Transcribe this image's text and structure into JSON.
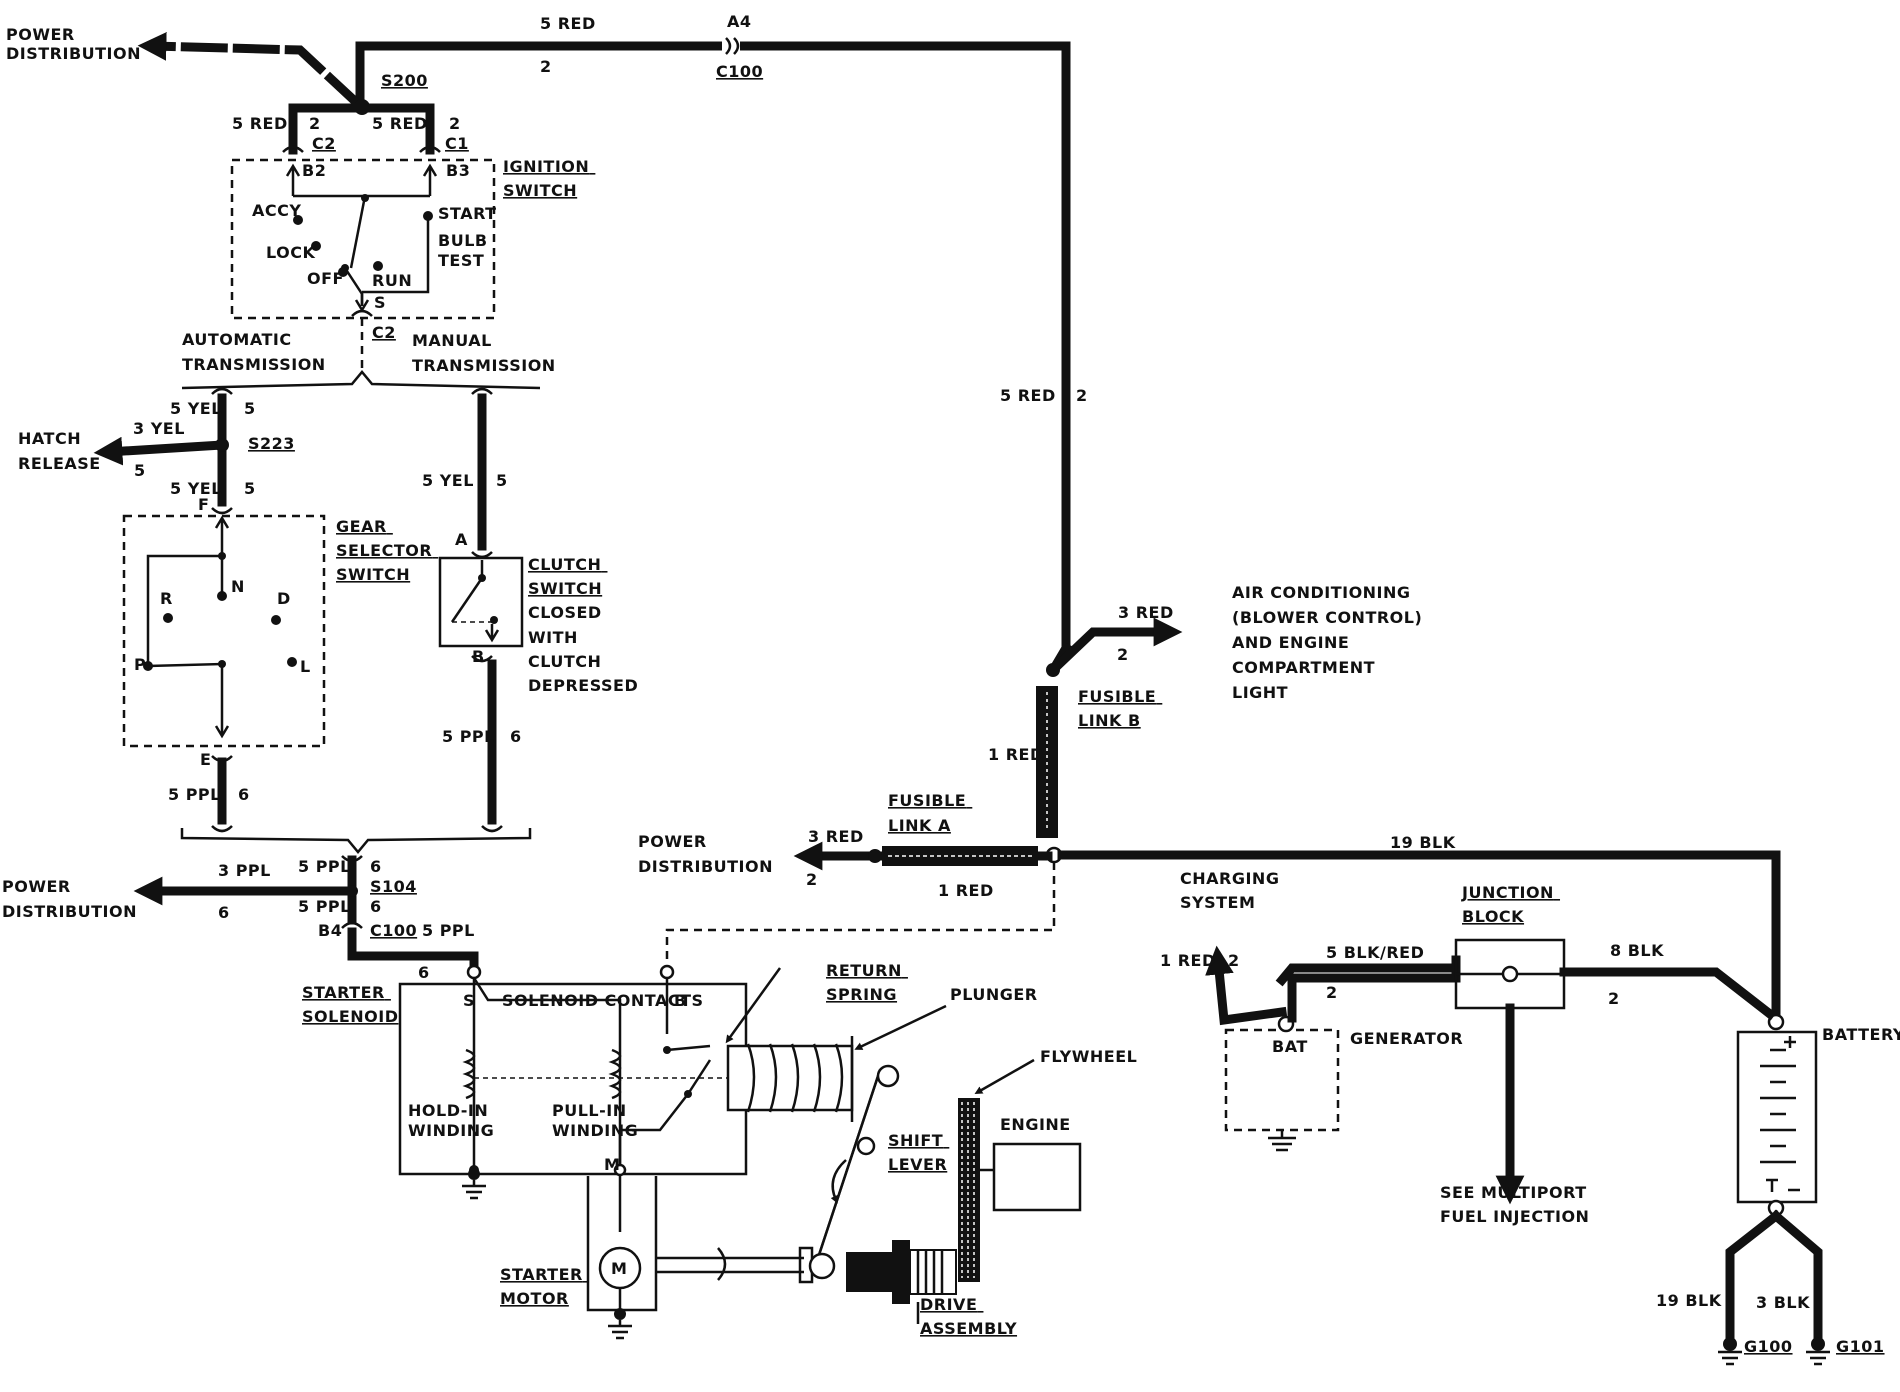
{
  "labels": {
    "power_dist_top": [
      "POWER",
      "DISTRIBUTION"
    ],
    "power_dist_left": [
      "POWER",
      "DISTRIBUTION"
    ],
    "power_dist_mid": [
      "POWER",
      "DISTRIBUTION"
    ],
    "hatch_release": [
      "HATCH",
      "RELEASE"
    ],
    "ignition_switch": [
      "IGNITION",
      "SWITCH"
    ],
    "gear_selector": [
      "GEAR",
      "SELECTOR",
      "SWITCH"
    ],
    "clutch_switch": [
      "CLUTCH",
      "SWITCH",
      "CLOSED",
      "WITH",
      "CLUTCH",
      "DEPRESSED"
    ],
    "auto_trans": [
      "AUTOMATIC",
      "TRANSMISSION"
    ],
    "manual_trans": [
      "MANUAL",
      "TRANSMISSION"
    ],
    "air_cond": [
      "AIR CONDITIONING",
      "(BLOWER CONTROL)",
      "AND ENGINE",
      "COMPARTMENT",
      "LIGHT"
    ],
    "fusible_b": [
      "FUSIBLE",
      "LINK B"
    ],
    "fusible_a": [
      "FUSIBLE",
      "LINK A"
    ],
    "charging": [
      "CHARGING",
      "SYSTEM"
    ],
    "junction": [
      "JUNCTION",
      "BLOCK"
    ],
    "generator": "GENERATOR",
    "bat": "BAT",
    "battery": "BATTERY",
    "multiport": [
      "SEE MULTIPORT",
      "FUEL INJECTION"
    ],
    "starter_solenoid": [
      "STARTER",
      "SOLENOID"
    ],
    "solenoid_contacts": "SOLENOID CONTACTS",
    "hold_in": [
      "HOLD-IN",
      "WINDING"
    ],
    "pull_in": [
      "PULL-IN",
      "WINDING"
    ],
    "return_spring": [
      "RETURN",
      "SPRING"
    ],
    "plunger": "PLUNGER",
    "flywheel": "FLYWHEEL",
    "engine": "ENGINE",
    "shift_lever": [
      "SHIFT",
      "LEVER"
    ],
    "starter_motor": [
      "STARTER",
      "MOTOR"
    ],
    "drive_assembly": [
      "DRIVE",
      "ASSEMBLY"
    ],
    "motor_m": "M"
  },
  "switch_positions": {
    "accy": "ACCY",
    "lock": "LOCK",
    "off": "OFF",
    "run": "RUN",
    "start": "START",
    "bulb_test": [
      "BULB",
      "TEST"
    ],
    "s": "S"
  },
  "gear_positions": {
    "r": "R",
    "n": "N",
    "d": "D",
    "p": "P",
    "l": "L"
  },
  "connectors": {
    "s200": "S200",
    "c2_top": "C2",
    "c1_top": "C1",
    "b2": "B2",
    "b3": "B3",
    "c2_bottom": "C2",
    "a4": "A4",
    "c100_top": "C100",
    "s223": "S223",
    "f": "F",
    "e": "E",
    "a": "A",
    "b": "B",
    "s104": "S104",
    "b4": "B4",
    "c100_bottom": "C100",
    "sol_s": "S",
    "sol_b": "B",
    "sol_m": "M",
    "g100": "G100",
    "g101": "G101"
  },
  "wires": {
    "top_5red": "5 RED",
    "top_2": "2",
    "s200_left_5red": "5 RED",
    "s200_left_2": "2",
    "s200_right_5red": "5 RED",
    "s200_right_2": "2",
    "right_5red": "5 RED",
    "right_2": "2",
    "ac_3red": "3 RED",
    "ac_2": "2",
    "fl_b_1red": "1 RED",
    "fl_a_3red": "3 RED",
    "fl_a_2": "2",
    "fl_a_1red": "1 RED",
    "blk19_top": "19 BLK",
    "auto_5yel": "5 YEL",
    "auto_5": "5",
    "hatch_3yel": "3 YEL",
    "hatch_5": "5",
    "f_5yel": "5 YEL",
    "f_5": "5",
    "man_5yel": "5 YEL",
    "man_5": "5",
    "clutch_5ppl": "5 PPL",
    "clutch_6": "6",
    "gear_5ppl": "5 PPL",
    "gear_6": "6",
    "s104_5ppl_top": "5 PPL",
    "s104_6_top": "6",
    "pd_3ppl": "3 PPL",
    "pd_6": "6",
    "s104_5ppl_bot": "5 PPL",
    "s104_6_bot": "6",
    "sol_5ppl": "5 PPL",
    "sol_6": "6",
    "chg_1red": "1 RED",
    "chg_2": "2",
    "gen_5blkred": "5 BLK/RED",
    "gen_2": "2",
    "jb_8blk": "8 BLK",
    "jb_2": "2",
    "g100_19blk": "19 BLK",
    "g101_3blk": "3 BLK"
  }
}
